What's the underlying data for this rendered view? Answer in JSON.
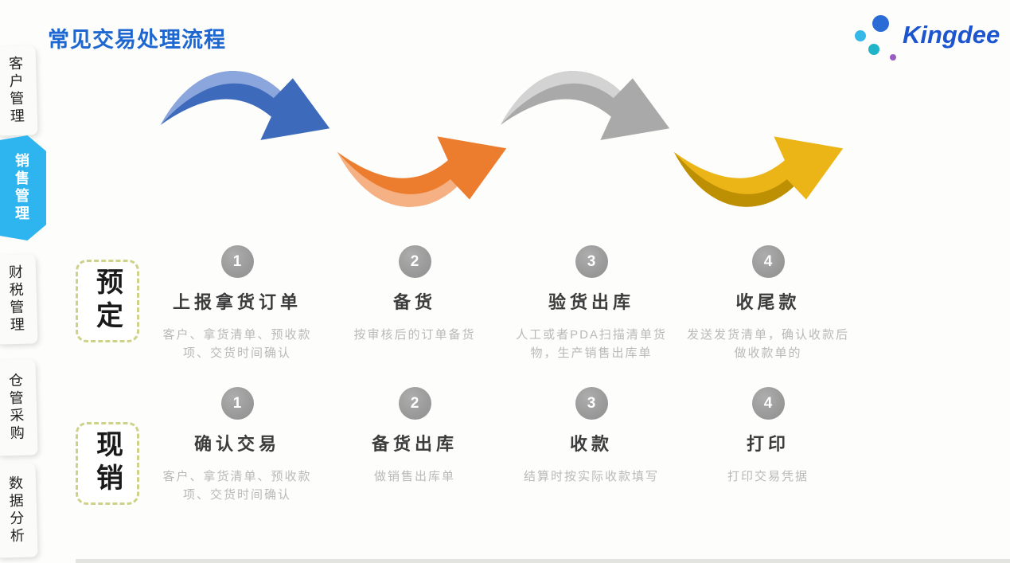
{
  "title": "常见交易处理流程",
  "logo": {
    "text": "Kingdee"
  },
  "sidebar": {
    "active_index": 1,
    "active_color": "#2eb5ef",
    "items": [
      {
        "label": "客户管理"
      },
      {
        "label": "销售管理"
      },
      {
        "label": "财税管理"
      },
      {
        "label": "仓管采购"
      },
      {
        "label": "数据分析"
      }
    ]
  },
  "flow": {
    "rows": [
      {
        "label": "预定",
        "steps": [
          {
            "num": "1",
            "title": "上报拿货订单",
            "desc": "客户、拿货清单、预收款项、交货时间确认"
          },
          {
            "num": "2",
            "title": "备货",
            "desc": "按审核后的订单备货"
          },
          {
            "num": "3",
            "title": "验货出库",
            "desc": "人工或者PDA扫描清单货物，生产销售出库单"
          },
          {
            "num": "4",
            "title": "收尾款",
            "desc": "发送发货清单，确认收款后做收款单的"
          }
        ]
      },
      {
        "label": "现销",
        "steps": [
          {
            "num": "1",
            "title": "确认交易",
            "desc": "客户、拿货清单、预收款项、交货时间确认"
          },
          {
            "num": "2",
            "title": "备货出库",
            "desc": "做销售出库单"
          },
          {
            "num": "3",
            "title": "收款",
            "desc": "结算时按实际收款填写"
          },
          {
            "num": "4",
            "title": "打印",
            "desc": "打印交易凭据"
          }
        ]
      }
    ]
  },
  "arrows": [
    {
      "name": "arrow-step1-blue",
      "direction": "down",
      "main": "#3e6abc",
      "shade": "#8aa6dc"
    },
    {
      "name": "arrow-step2-orange",
      "direction": "up",
      "main": "#ec7d2f",
      "shade": "#f5b183"
    },
    {
      "name": "arrow-step3-gray",
      "direction": "down",
      "main": "#a9a9a9",
      "shade": "#d3d3d3"
    },
    {
      "name": "arrow-step4-yellow",
      "direction": "up",
      "main": "#ecb517",
      "shade": "#bd8f03"
    }
  ],
  "colors": {
    "title_blue": "#1e66d0",
    "logo_blue": "#1d55cf",
    "step_circle_gray": "#9c9c9c",
    "step_title_gray": "#3c3c3c",
    "step_desc_gray": "#b9b9b9",
    "row_label_border": "#ced289"
  }
}
